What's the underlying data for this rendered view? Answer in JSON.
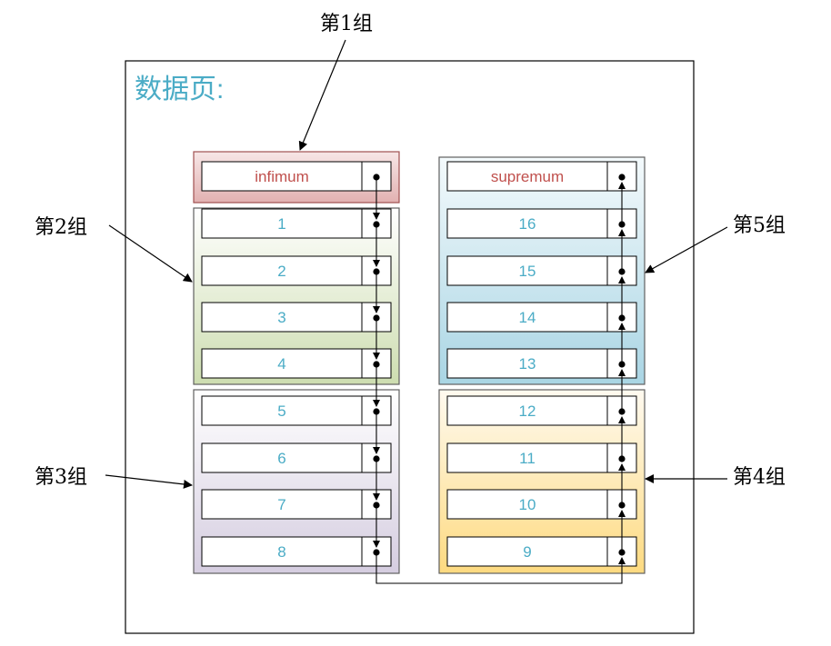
{
  "title": "数据页:",
  "groups": [
    {
      "id": "g1",
      "label": "第1组",
      "records": [
        "infimum"
      ],
      "colors": [
        "#f7e6e6",
        "#e2b1b1"
      ],
      "border": "#a05050"
    },
    {
      "id": "g2",
      "label": "第2组",
      "records": [
        "1",
        "2",
        "3",
        "4"
      ],
      "colors": [
        "#ffffff",
        "#cdddb0"
      ],
      "border": "#606060"
    },
    {
      "id": "g3",
      "label": "第3组",
      "records": [
        "5",
        "6",
        "7",
        "8"
      ],
      "colors": [
        "#ffffff",
        "#d5cde0"
      ],
      "border": "#606060"
    },
    {
      "id": "g4",
      "label": "第4组",
      "records": [
        "12",
        "11",
        "10",
        "9"
      ],
      "colors": [
        "#fffaf0",
        "#fdda80"
      ],
      "border": "#606060"
    },
    {
      "id": "g5",
      "label": "第5组",
      "records": [
        "supremum",
        "16",
        "15",
        "14",
        "13"
      ],
      "colors": [
        "#f4fafc",
        "#a9d5e4"
      ],
      "border": "#606060"
    }
  ],
  "colors": {
    "title": "#4bacc6",
    "record_text": "#4bacc6",
    "special_text": "#c0504d",
    "line": "#000000"
  }
}
